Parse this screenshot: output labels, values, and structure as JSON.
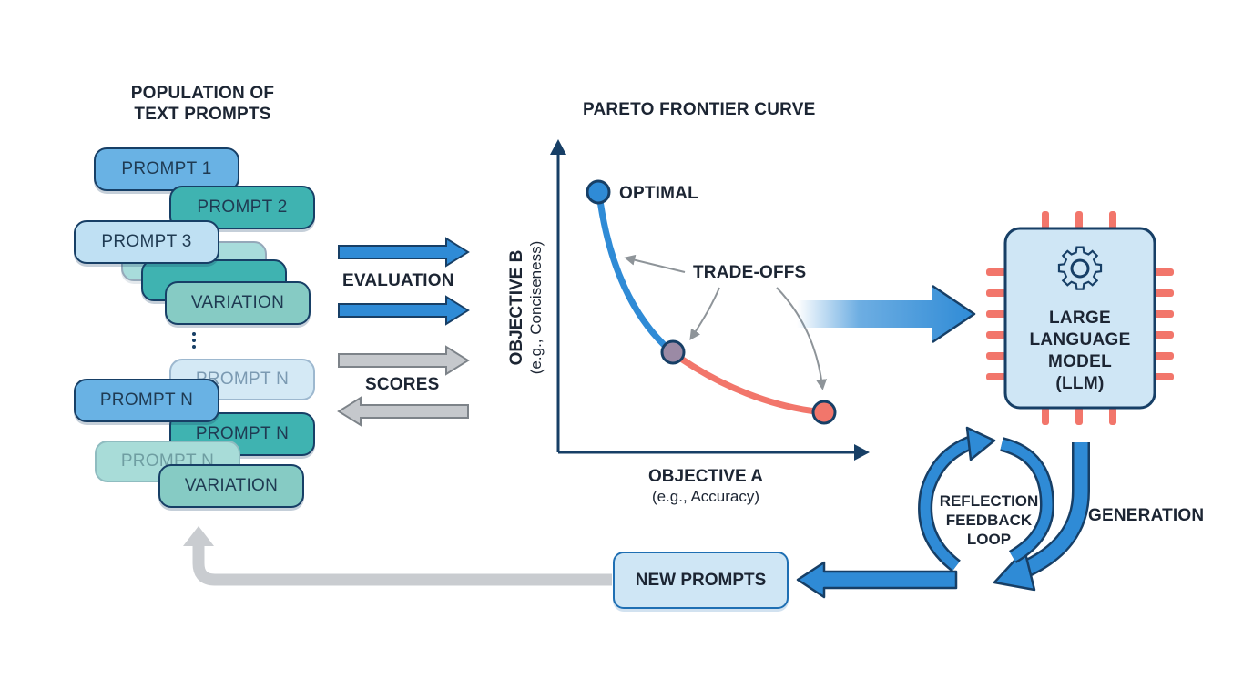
{
  "population": {
    "heading_line1": "POPULATION OF",
    "heading_line2": "TEXT PROMPTS",
    "prompts": [
      "PROMPT 1",
      "PROMPT 2",
      "PROMPT 3",
      "VARIATION",
      "PROMPT N",
      "PROMPT N",
      "PROMPT N",
      "PROMPT N",
      "VARIATION"
    ],
    "ellipsis": "⋮"
  },
  "flow": {
    "evaluation": "EVALUATION",
    "scores": "SCORES",
    "generation": "GENERATION",
    "reflection_line1": "REFLECTION",
    "reflection_line2": "FEEDBACK",
    "reflection_line3": "LOOP",
    "new_prompts": "NEW PROMPTS"
  },
  "chart": {
    "title": "PARETO FRONTIER CURVE",
    "y_label": "OBJECTIVE B",
    "y_sublabel": "(e.g., Conciseness)",
    "x_label": "OBJECTIVE A",
    "x_sublabel": "(e.g., Accuracy)",
    "optimal_label": "OPTIMAL",
    "tradeoffs_label": "TRADE-OFFS"
  },
  "llm": {
    "line1": "LARGE",
    "line2": "LANGUAGE",
    "line3": "MODEL",
    "line4": "(LLM)",
    "icon": "gear-icon"
  },
  "colors": {
    "blue": "#2f8bd6",
    "teal": "#3fb3b1",
    "coral": "#f2766b",
    "navy": "#173f66",
    "gray_arrow": "#c5c8cc"
  }
}
